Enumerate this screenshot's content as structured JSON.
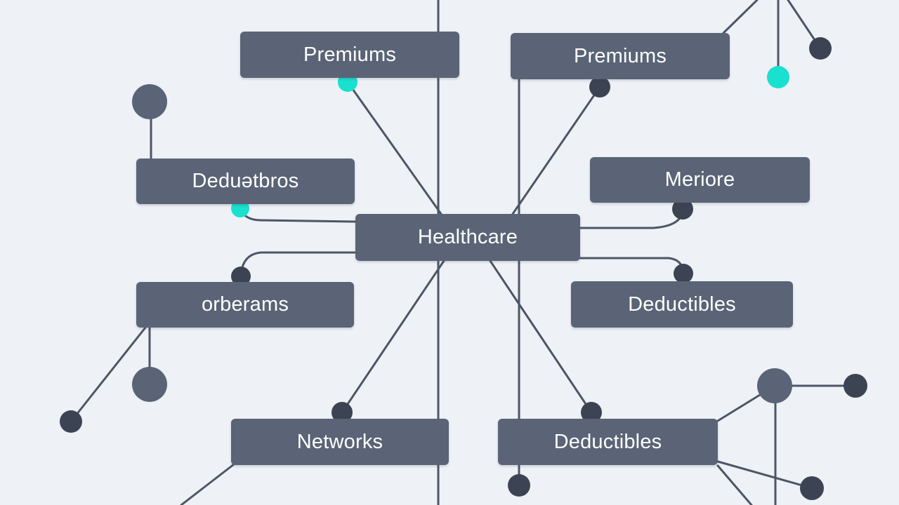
{
  "diagram": {
    "nodes": {
      "center": {
        "label": "Healthcare"
      },
      "premiums_left": {
        "label": "Premiums"
      },
      "premiums_right": {
        "label": "Premiums"
      },
      "deductibles_top_left": {
        "label": "Deduətbros"
      },
      "meriore": {
        "label": "Meriore"
      },
      "orberams": {
        "label": "orberams"
      },
      "deductibles_mid_right": {
        "label": "Deductibles"
      },
      "networks": {
        "label": "Networks"
      },
      "deductibles_bottom": {
        "label": "Deductibles"
      }
    },
    "colors": {
      "background": "#eef1f5",
      "node_fill": "#5a6476",
      "node_text": "#ffffff",
      "connector": "#4d5666",
      "dot_dark": "#3c4453",
      "dot_mid": "#5a6476",
      "dot_accent": "#19e0cf"
    }
  }
}
